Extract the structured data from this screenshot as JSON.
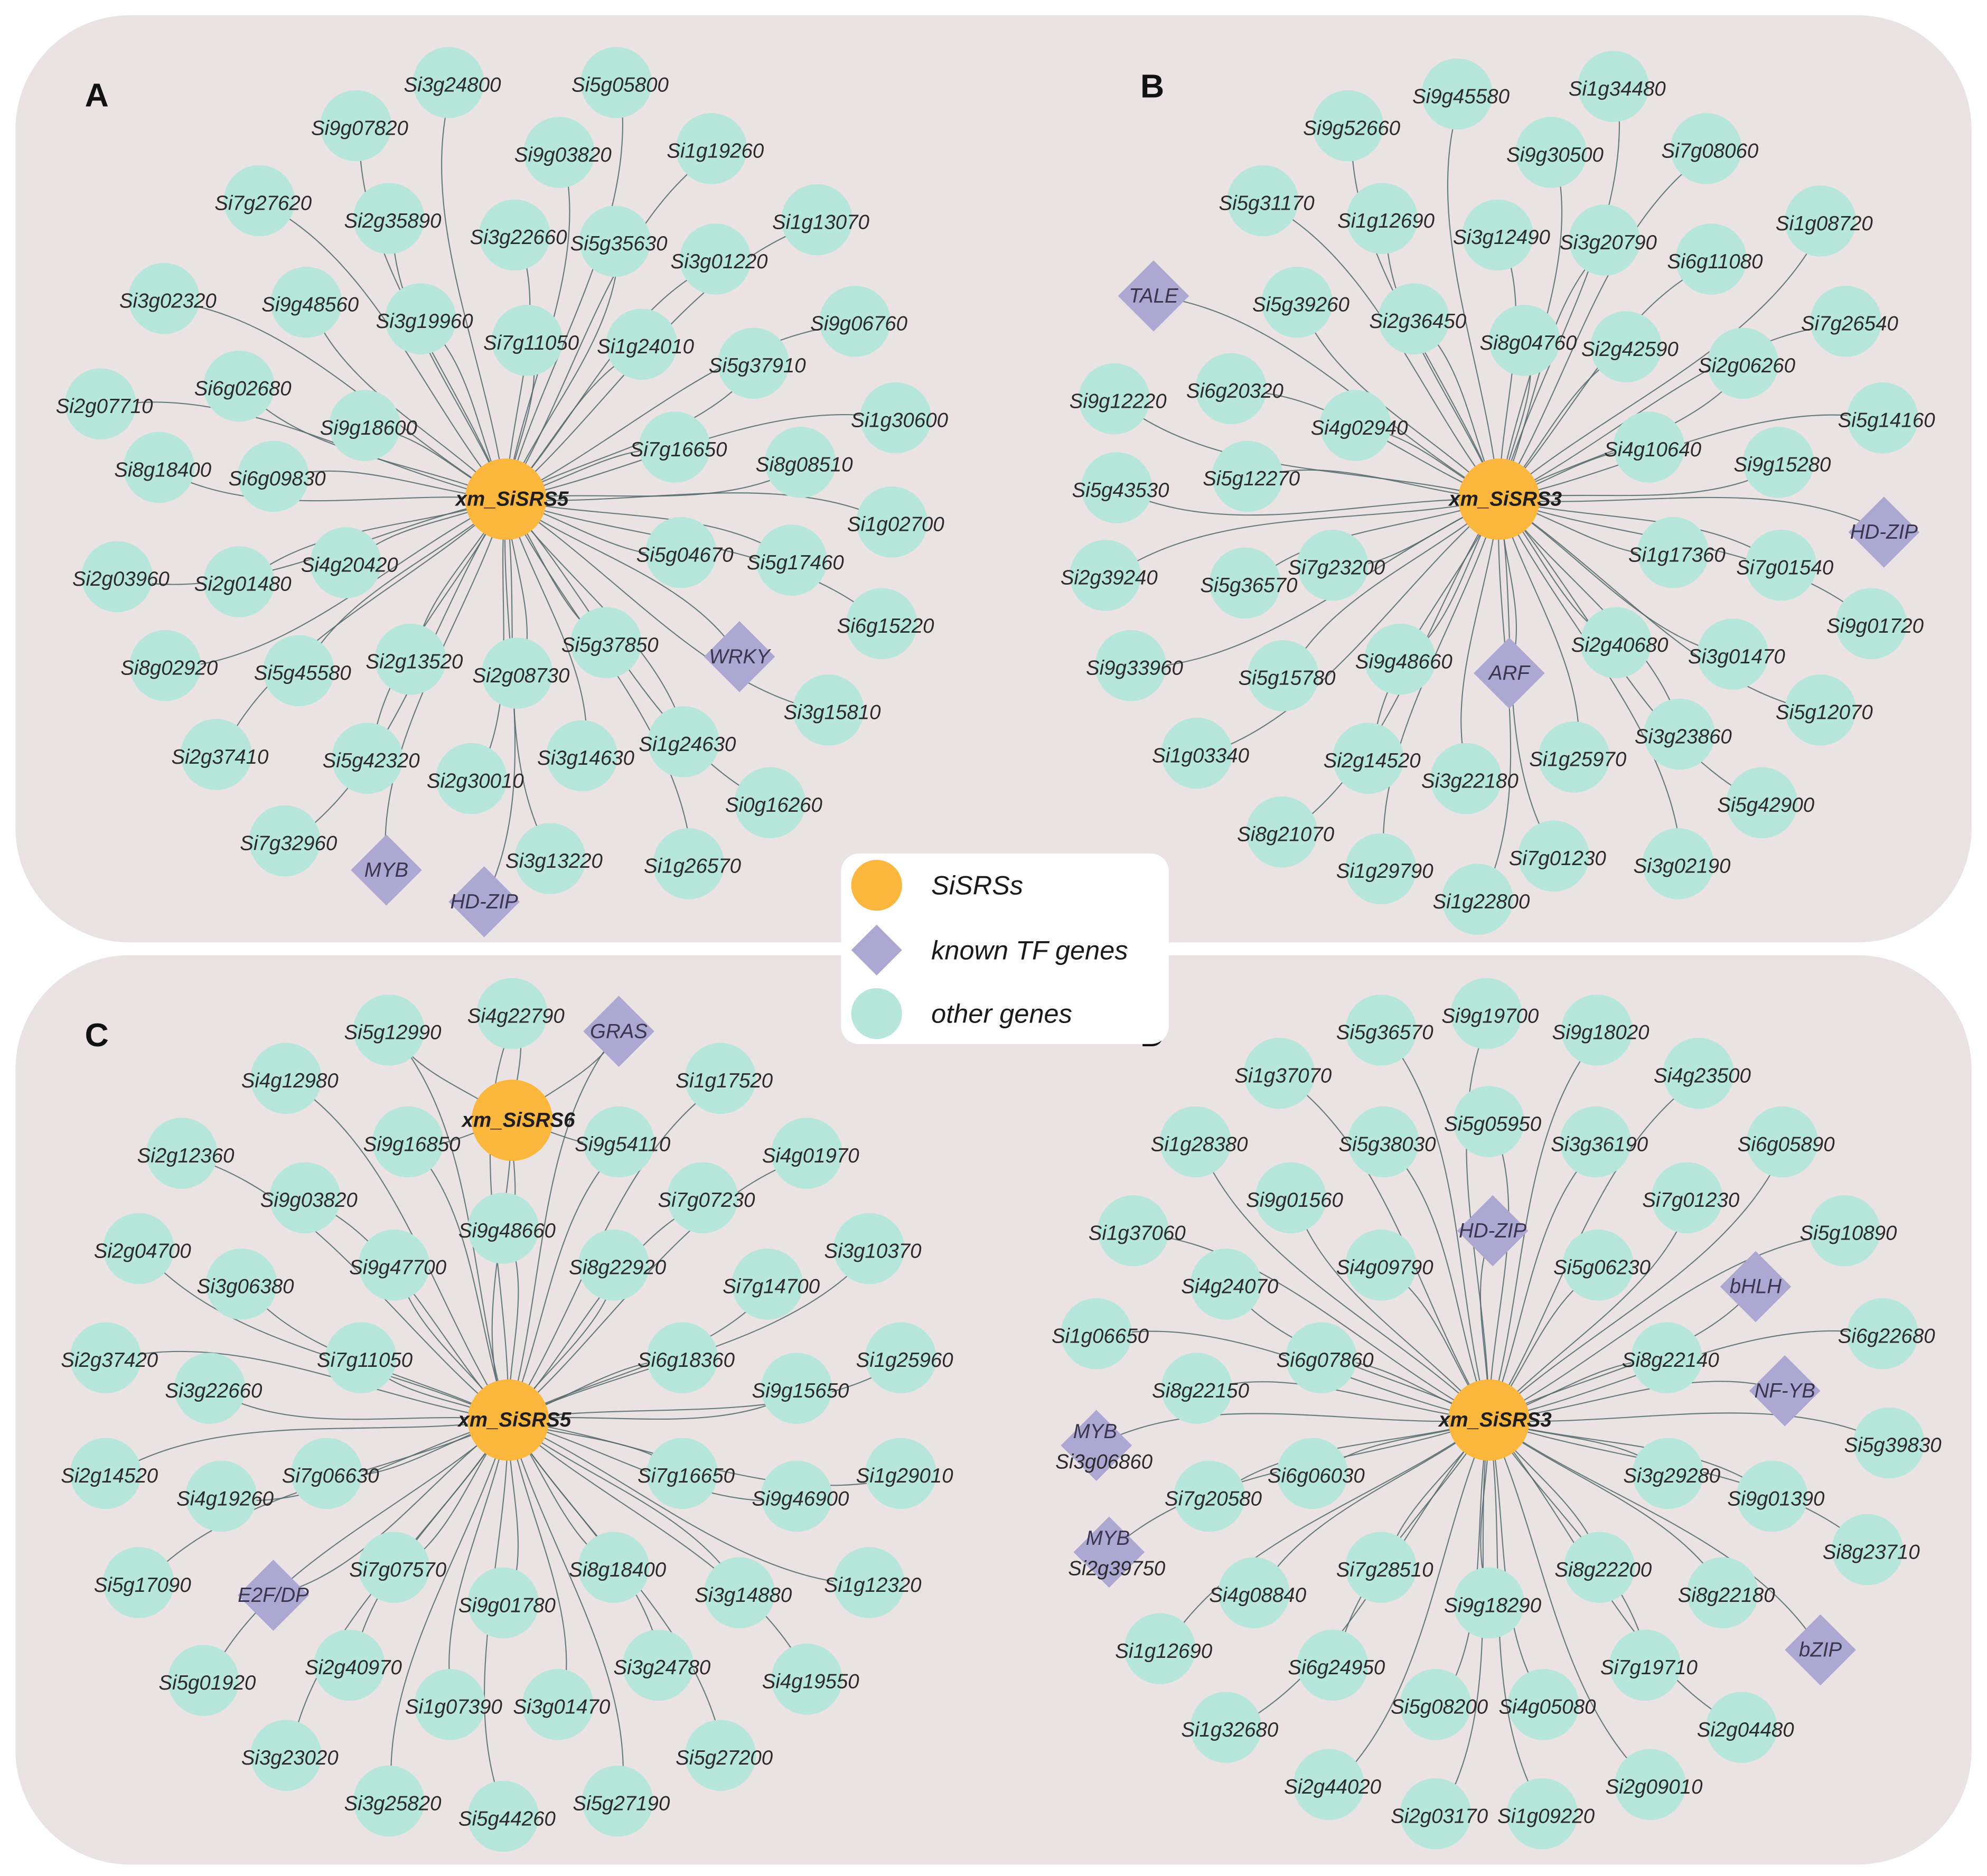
{
  "legend": {
    "hub": "SiSRSs",
    "tf": "known TF genes",
    "other": "other genes"
  },
  "colors": {
    "panel_bg": "#ebe3e3",
    "hub": "#fbb73c",
    "tf": "#aca8d2",
    "gene": "#b7e6db",
    "edge": "#52686a"
  },
  "panels": [
    {
      "letter": "A",
      "hubs": [
        {
          "label": "xm_SiSRS5"
        }
      ],
      "nodes": [
        {
          "label": "Si3g24800"
        },
        {
          "label": "Si5g05800"
        },
        {
          "label": "Si9g07820"
        },
        {
          "label": "Si9g03820"
        },
        {
          "label": "Si1g19260"
        },
        {
          "label": "Si7g27620"
        },
        {
          "label": "Si2g35890"
        },
        {
          "label": "Si3g22660"
        },
        {
          "label": "Si1g13070"
        },
        {
          "label": "Si5g35630"
        },
        {
          "label": "Si3g01220"
        },
        {
          "label": "Si3g02320"
        },
        {
          "label": "Si9g48560"
        },
        {
          "label": "Si3g19960"
        },
        {
          "label": "Si9g06760"
        },
        {
          "label": "Si7g11050"
        },
        {
          "label": "Si1g24010"
        },
        {
          "label": "Si5g37910"
        },
        {
          "label": "Si6g02680"
        },
        {
          "label": "Si2g07710"
        },
        {
          "label": "Si1g30600"
        },
        {
          "label": "Si9g18600"
        },
        {
          "label": "Si7g16650"
        },
        {
          "label": "Si8g08510"
        },
        {
          "label": "Si8g18400"
        },
        {
          "label": "Si6g09830"
        },
        {
          "label": "Si1g02700"
        },
        {
          "label": "Si5g04670"
        },
        {
          "label": "Si5g17460"
        },
        {
          "label": "Si4g20420"
        },
        {
          "label": "Si2g03960"
        },
        {
          "label": "Si2g01480"
        },
        {
          "label": "Si6g15220"
        },
        {
          "label": "Si5g37850"
        },
        {
          "label": "WRKY",
          "tf": true
        },
        {
          "label": "Si2g13520"
        },
        {
          "label": "Si8g02920"
        },
        {
          "label": "Si5g45580"
        },
        {
          "label": "Si2g08730"
        },
        {
          "label": "Si3g15810"
        },
        {
          "label": "Si1g24630"
        },
        {
          "label": "Si2g37410"
        },
        {
          "label": "Si3g14630"
        },
        {
          "label": "Si5g42320"
        },
        {
          "label": "Si2g30010"
        },
        {
          "label": "Si0g16260"
        },
        {
          "label": "Si7g32960"
        },
        {
          "label": "Si3g13220"
        },
        {
          "label": "Si1g26570"
        },
        {
          "label": "MYB",
          "tf": true
        },
        {
          "label": "HD-ZIP",
          "tf": true
        }
      ]
    },
    {
      "letter": "B",
      "hubs": [
        {
          "label": "xm_SiSRS3"
        }
      ],
      "nodes": [
        {
          "label": "Si9g45580"
        },
        {
          "label": "Si1g34480"
        },
        {
          "label": "Si9g52660"
        },
        {
          "label": "Si9g30500"
        },
        {
          "label": "Si7g08060"
        },
        {
          "label": "Si5g31170"
        },
        {
          "label": "Si1g12690"
        },
        {
          "label": "Si3g12490"
        },
        {
          "label": "Si3g20790"
        },
        {
          "label": "Si1g08720"
        },
        {
          "label": "Si6g11080"
        },
        {
          "label": "TALE",
          "tf": true
        },
        {
          "label": "Si5g39260"
        },
        {
          "label": "Si2g36450"
        },
        {
          "label": "Si7g26540"
        },
        {
          "label": "Si8g04760"
        },
        {
          "label": "Si2g42590"
        },
        {
          "label": "Si2g06260"
        },
        {
          "label": "Si9g12220"
        },
        {
          "label": "Si6g20320"
        },
        {
          "label": "Si5g14160"
        },
        {
          "label": "Si4g02940"
        },
        {
          "label": "Si4g10640"
        },
        {
          "label": "Si9g15280"
        },
        {
          "label": "Si5g43530"
        },
        {
          "label": "Si5g12270"
        },
        {
          "label": "HD-ZIP",
          "tf": true
        },
        {
          "label": "Si1g17360"
        },
        {
          "label": "Si7g01540"
        },
        {
          "label": "Si2g39240"
        },
        {
          "label": "Si7g23200"
        },
        {
          "label": "Si5g36570"
        },
        {
          "label": "Si9g01720"
        },
        {
          "label": "Si2g40680"
        },
        {
          "label": "ARF",
          "tf": true
        },
        {
          "label": "Si3g01470"
        },
        {
          "label": "Si9g33960"
        },
        {
          "label": "Si5g15780"
        },
        {
          "label": "Si9g48660"
        },
        {
          "label": "Si5g12070"
        },
        {
          "label": "Si3g23860"
        },
        {
          "label": "Si2g14520"
        },
        {
          "label": "Si1g25970"
        },
        {
          "label": "Si3g22180"
        },
        {
          "label": "Si1g03340"
        },
        {
          "label": "Si5g42900"
        },
        {
          "label": "Si8g21070"
        },
        {
          "label": "Si7g01230"
        },
        {
          "label": "Si3g02190"
        },
        {
          "label": "Si1g29790"
        },
        {
          "label": "Si1g22800"
        }
      ]
    },
    {
      "letter": "C",
      "hubs": [
        {
          "label": "xm_SiSRS5"
        },
        {
          "label": "xm_SiSRS6"
        }
      ],
      "nodes": [
        {
          "label": "Si4g22790"
        },
        {
          "label": "Si5g12990"
        },
        {
          "label": "GRAS",
          "tf": true
        },
        {
          "label": "Si4g12980"
        },
        {
          "label": "Si1g17520"
        },
        {
          "label": "Si9g16850"
        },
        {
          "label": "Si9g54110"
        },
        {
          "label": "Si2g12360"
        },
        {
          "label": "Si4g01970"
        },
        {
          "label": "Si9g03820"
        },
        {
          "label": "Si7g07230"
        },
        {
          "label": "Si9g48660"
        },
        {
          "label": "Si2g04700"
        },
        {
          "label": "Si3g10370"
        },
        {
          "label": "Si9g47700"
        },
        {
          "label": "Si8g22920"
        },
        {
          "label": "Si3g06380"
        },
        {
          "label": "Si7g14700"
        },
        {
          "label": "Si7g11050"
        },
        {
          "label": "Si2g37420"
        },
        {
          "label": "Si6g18360"
        },
        {
          "label": "Si1g25960"
        },
        {
          "label": "Si3g22660"
        },
        {
          "label": "Si9g15650"
        },
        {
          "label": "Si7g06630"
        },
        {
          "label": "Si2g14520"
        },
        {
          "label": "Si7g16650"
        },
        {
          "label": "Si1g29010"
        },
        {
          "label": "Si4g19260"
        },
        {
          "label": "Si9g46900"
        },
        {
          "label": "Si7g07570"
        },
        {
          "label": "Si8g18400"
        },
        {
          "label": "E2F/DP",
          "tf": true
        },
        {
          "label": "Si5g17090"
        },
        {
          "label": "Si3g14880"
        },
        {
          "label": "Si1g12320"
        },
        {
          "label": "Si9g01780"
        },
        {
          "label": "Si5g01920"
        },
        {
          "label": "Si4g19550"
        },
        {
          "label": "Si2g40970"
        },
        {
          "label": "Si3g24780"
        },
        {
          "label": "Si1g07390"
        },
        {
          "label": "Si3g01470"
        },
        {
          "label": "Si3g23020"
        },
        {
          "label": "Si5g27200"
        },
        {
          "label": "Si3g25820"
        },
        {
          "label": "Si5g27190"
        },
        {
          "label": "Si5g44260"
        }
      ]
    },
    {
      "letter": "D",
      "hubs": [
        {
          "label": "xm_SiSRS3"
        }
      ],
      "nodes": [
        {
          "label": "Si9g19700"
        },
        {
          "label": "Si5g36570"
        },
        {
          "label": "Si9g18020"
        },
        {
          "label": "Si1g37070"
        },
        {
          "label": "Si4g23500"
        },
        {
          "label": "Si5g05950"
        },
        {
          "label": "Si1g28380"
        },
        {
          "label": "Si5g38030"
        },
        {
          "label": "Si3g36190"
        },
        {
          "label": "Si6g05890"
        },
        {
          "label": "Si9g01560"
        },
        {
          "label": "Si7g01230"
        },
        {
          "label": "HD-ZIP",
          "tf": true
        },
        {
          "label": "Si1g37060"
        },
        {
          "label": "Si5g10890"
        },
        {
          "label": "Si4g09790"
        },
        {
          "label": "Si5g06230"
        },
        {
          "label": "bHLH",
          "tf": true
        },
        {
          "label": "Si4g24070"
        },
        {
          "label": "Si1g06650"
        },
        {
          "label": "Si6g22680"
        },
        {
          "label": "Si6g07860"
        },
        {
          "label": "Si8g22140"
        },
        {
          "label": "Si8g22150"
        },
        {
          "label": "NF-YB",
          "tf": true
        },
        {
          "label": "MYB",
          "sublabel": "Si3g06860",
          "tf": true
        },
        {
          "label": "Si5g39830"
        },
        {
          "label": "Si6g06030"
        },
        {
          "label": "Si3g29280"
        },
        {
          "label": "Si7g20580"
        },
        {
          "label": "Si9g01390"
        },
        {
          "label": "MYB",
          "sublabel": "Si2g39750",
          "tf": true
        },
        {
          "label": "Si8g23710"
        },
        {
          "label": "Si7g28510"
        },
        {
          "label": "Si8g22200"
        },
        {
          "label": "Si4g08840"
        },
        {
          "label": "Si8g22180"
        },
        {
          "label": "Si9g18290"
        },
        {
          "label": "bZIP",
          "tf": true
        },
        {
          "label": "Si1g12690"
        },
        {
          "label": "Si7g19710"
        },
        {
          "label": "Si6g24950"
        },
        {
          "label": "Si5g08200"
        },
        {
          "label": "Si4g05080"
        },
        {
          "label": "Si1g32680"
        },
        {
          "label": "Si2g04480"
        },
        {
          "label": "Si2g44020"
        },
        {
          "label": "Si2g09010"
        },
        {
          "label": "Si2g03170"
        },
        {
          "label": "Si1g09220"
        }
      ]
    }
  ]
}
